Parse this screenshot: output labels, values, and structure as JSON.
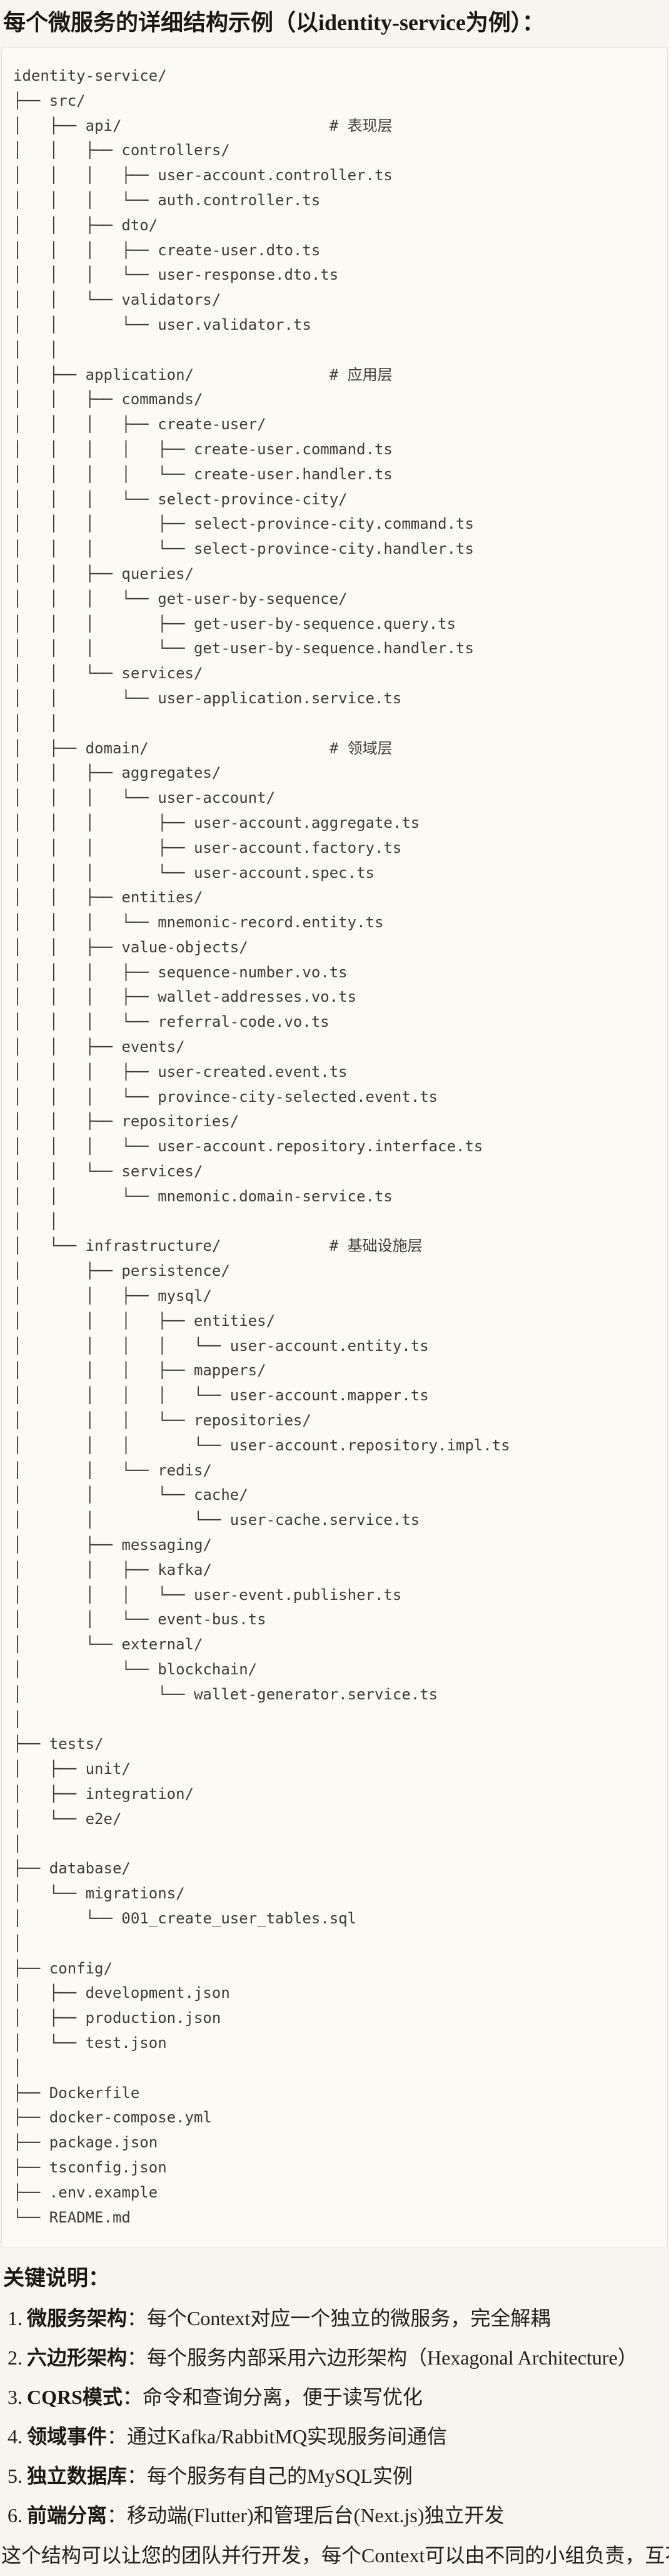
{
  "title": "每个微服务的详细结构示例（以identity-service为例）：",
  "code_block": {
    "language": "plaintext",
    "lines": [
      "identity-service/",
      "├── src/",
      "│   ├── api/                       # 表现层",
      "│   │   ├── controllers/",
      "│   │   │   ├── user-account.controller.ts",
      "│   │   │   └── auth.controller.ts",
      "│   │   ├── dto/",
      "│   │   │   ├── create-user.dto.ts",
      "│   │   │   └── user-response.dto.ts",
      "│   │   └── validators/",
      "│   │       └── user.validator.ts",
      "│   │",
      "│   ├── application/               # 应用层",
      "│   │   ├── commands/",
      "│   │   │   ├── create-user/",
      "│   │   │   │   ├── create-user.command.ts",
      "│   │   │   │   └── create-user.handler.ts",
      "│   │   │   └── select-province-city/",
      "│   │   │       ├── select-province-city.command.ts",
      "│   │   │       └── select-province-city.handler.ts",
      "│   │   ├── queries/",
      "│   │   │   └── get-user-by-sequence/",
      "│   │   │       ├── get-user-by-sequence.query.ts",
      "│   │   │       └── get-user-by-sequence.handler.ts",
      "│   │   └── services/",
      "│   │       └── user-application.service.ts",
      "│   │",
      "│   ├── domain/                    # 领域层",
      "│   │   ├── aggregates/",
      "│   │   │   └── user-account/",
      "│   │   │       ├── user-account.aggregate.ts",
      "│   │   │       ├── user-account.factory.ts",
      "│   │   │       └── user-account.spec.ts",
      "│   │   ├── entities/",
      "│   │   │   └── mnemonic-record.entity.ts",
      "│   │   ├── value-objects/",
      "│   │   │   ├── sequence-number.vo.ts",
      "│   │   │   ├── wallet-addresses.vo.ts",
      "│   │   │   └── referral-code.vo.ts",
      "│   │   ├── events/",
      "│   │   │   ├── user-created.event.ts",
      "│   │   │   └── province-city-selected.event.ts",
      "│   │   ├── repositories/",
      "│   │   │   └── user-account.repository.interface.ts",
      "│   │   └── services/",
      "│   │       └── mnemonic.domain-service.ts",
      "│   │",
      "│   └── infrastructure/            # 基础设施层",
      "│       ├── persistence/",
      "│       │   ├── mysql/",
      "│       │   │   ├── entities/",
      "│       │   │   │   └── user-account.entity.ts",
      "│       │   │   ├── mappers/",
      "│       │   │   │   └── user-account.mapper.ts",
      "│       │   │   └── repositories/",
      "│       │   │       └── user-account.repository.impl.ts",
      "│       │   └── redis/",
      "│       │       └── cache/",
      "│       │           └── user-cache.service.ts",
      "│       ├── messaging/",
      "│       │   ├── kafka/",
      "│       │   │   └── user-event.publisher.ts",
      "│       │   └── event-bus.ts",
      "│       └── external/",
      "│           └── blockchain/",
      "│               └── wallet-generator.service.ts",
      "│",
      "├── tests/",
      "│   ├── unit/",
      "│   ├── integration/",
      "│   └── e2e/",
      "│",
      "├── database/",
      "│   └── migrations/",
      "│       └── 001_create_user_tables.sql",
      "│",
      "├── config/",
      "│   ├── development.json",
      "│   ├── production.json",
      "│   └── test.json",
      "│",
      "├── Dockerfile",
      "├── docker-compose.yml",
      "├── package.json",
      "├── tsconfig.json",
      "├── .env.example",
      "└── README.md"
    ]
  },
  "notes": {
    "heading": "关键说明：",
    "colon": "：",
    "items": [
      {
        "num": "1.",
        "term": "微服务架构",
        "desc": "每个Context对应一个独立的微服务，完全解耦"
      },
      {
        "num": "2.",
        "term": "六边形架构",
        "desc": "每个服务内部采用六边形架构（Hexagonal Architecture）"
      },
      {
        "num": "3.",
        "term": "CQRS模式",
        "desc": "命令和查询分离，便于读写优化"
      },
      {
        "num": "4.",
        "term": "领域事件",
        "desc": "通过Kafka/RabbitMQ实现服务间通信"
      },
      {
        "num": "5.",
        "term": "独立数据库",
        "desc": "每个服务有自己的MySQL实例"
      },
      {
        "num": "6.",
        "term": "前端分离",
        "desc": "移动端(Flutter)和管理后台(Next.js)独立开发"
      }
    ],
    "footer": "这个结构可以让您的团队并行开发，每个Context可以由不同的小组负责，互不干扰。"
  },
  "colors": {
    "page_bg": "#f6f5ee",
    "card_bg": "#fbfaf5",
    "card_border": "#e4e2d8",
    "tree_text": "#3d3d38",
    "heading_text": "#191813",
    "body_text": "#21201b"
  }
}
